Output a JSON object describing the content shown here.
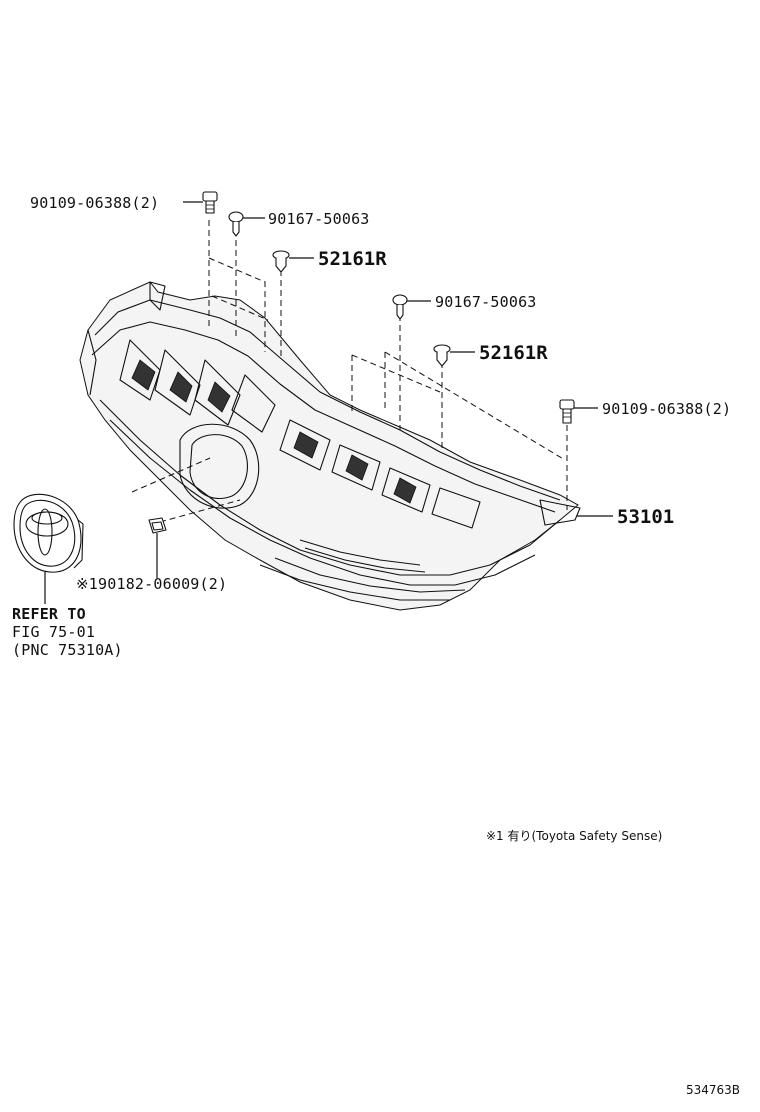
{
  "labels": {
    "bolt_left": "90109-06388(2)",
    "screw_top_left": "90167-50063",
    "clip_left": "52161R",
    "screw_top_right": "90167-50063",
    "clip_right": "52161R",
    "bolt_right": "90109-06388(2)",
    "grille_main": "53101",
    "nut_sensor": "※190182-06009(2)",
    "refer_line1": "REFER TO",
    "refer_line2": "FIG 75-01",
    "refer_line3": "(PNC 75310A)",
    "footnote": "※1 有り(Toyota Safety Sense)",
    "diagram_code": "534763B"
  }
}
